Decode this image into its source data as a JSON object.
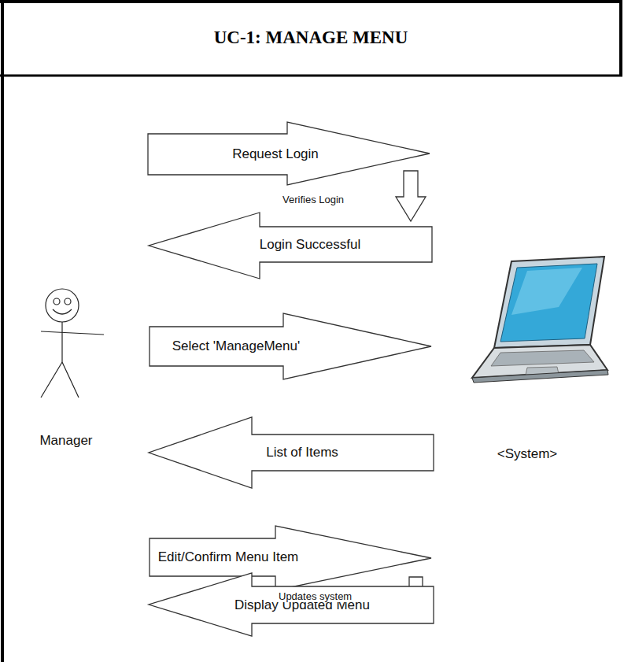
{
  "diagram": {
    "title": "UC-1: MANAGE MENU",
    "nodes": [
      {
        "text": [
          "Manager"
        ]
      },
      {
        "text": [
          "<System>"
        ]
      },
      {
        "text": [
          "Request Login"
        ]
      },
      {
        "text": [
          "Login Successful"
        ]
      },
      {
        "text": [
          "Select 'ManageMenu'"
        ]
      },
      {
        "text": [
          "List of Items"
        ]
      },
      {
        "text": [
          "Edit/Confirm Menu Item"
        ]
      },
      {
        "text": [
          "Display Updated Menu"
        ]
      }
    ],
    "labels": [
      "Verifies Login",
      "Updates system"
    ]
  }
}
